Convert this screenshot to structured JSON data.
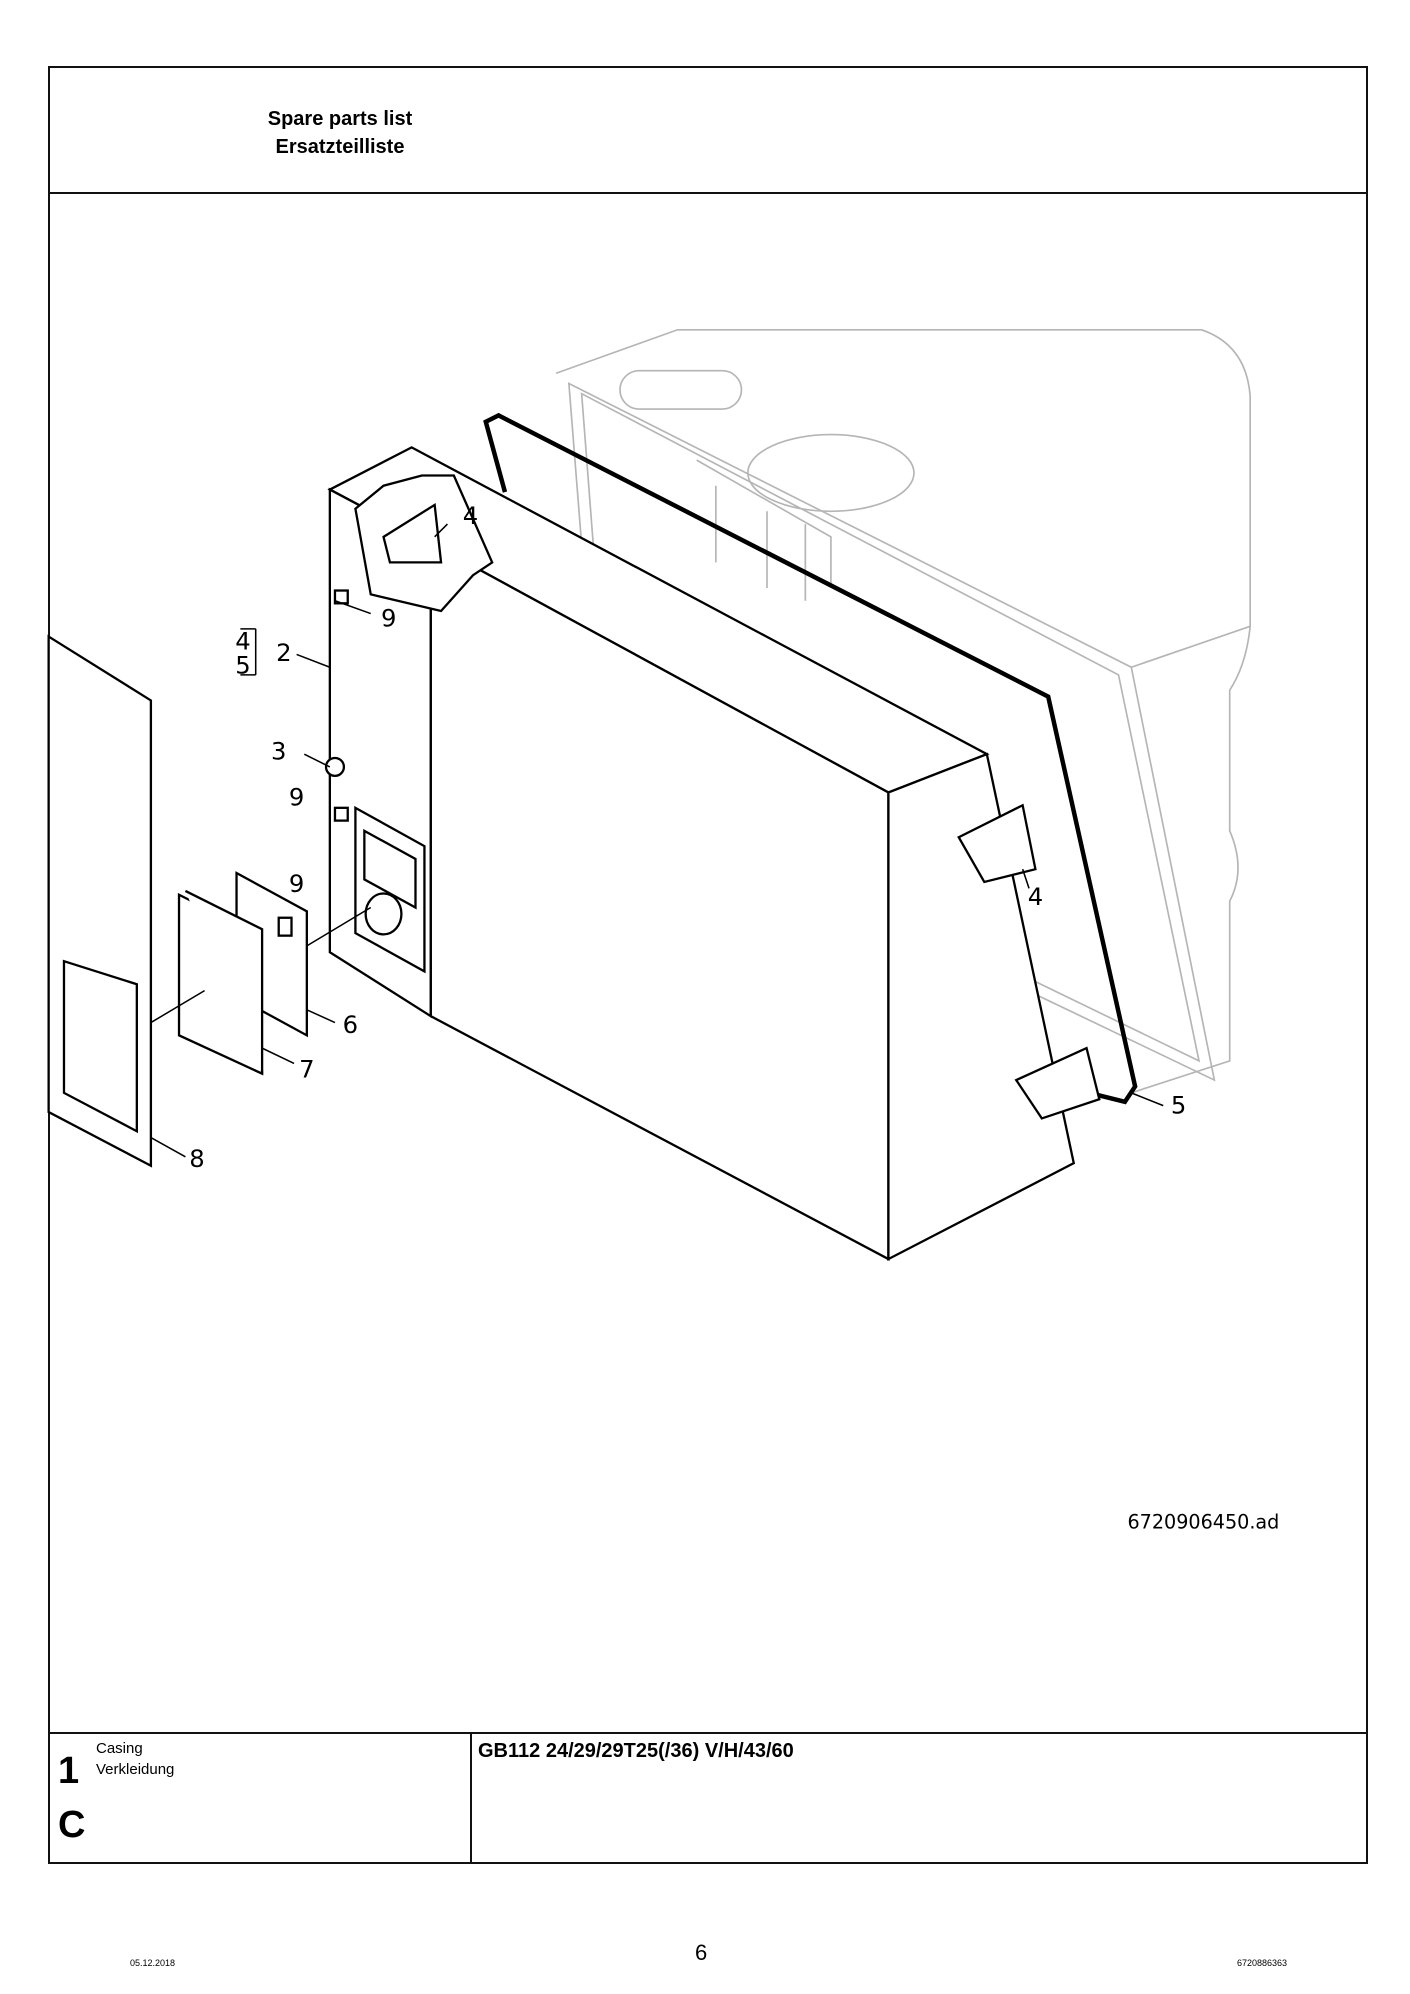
{
  "header": {
    "title_en": "Spare parts list",
    "title_de": "Ersatzteilliste"
  },
  "drawing": {
    "reference": "6720906450.ad",
    "callouts": {
      "clip_top": "4",
      "label_9a": "9",
      "bracket_4": "4",
      "bracket_5": "5",
      "casing": "2",
      "screw": "3",
      "label_9b": "9",
      "label_9c": "9",
      "plate": "6",
      "manual": "7",
      "front_panel": "8",
      "clip_right": "4",
      "gasket": "5"
    }
  },
  "footer": {
    "group_number": "1",
    "group_letter": "C",
    "name_en": "Casing",
    "name_de": "Verkleidung",
    "model": "GB112 24/29/29T25(/36) V/H/43/60"
  },
  "page": {
    "number": "6",
    "date": "05.12.2018",
    "document_number": "6720886363"
  }
}
